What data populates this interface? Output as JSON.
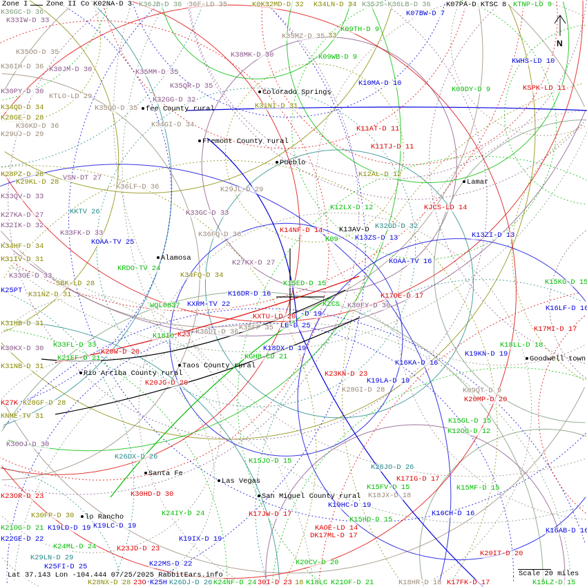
{
  "legend": {
    "zone1": "Zone I",
    "zone2": "Zone II Co",
    "overlap": "K02NA-D 3"
  },
  "status_line": "Lat 37.143 Lon -104.444 07/25/2025 RabbitEars.info",
  "scale_label": "Scale 20 miles",
  "north_label": "N",
  "colors": {
    "blue": "#0000dd",
    "red": "#dd0000",
    "green": "#00bb00",
    "olive": "#888800",
    "purple": "#885588",
    "gray": "#998877",
    "teal": "#228888",
    "sage": "#779977"
  },
  "labels": [
    {
      "text": "K36GC-D 36",
      "color": "sage"
    },
    {
      "text": "K36JB-D 36",
      "color": "sage"
    },
    {
      "text": "36F-LD 35",
      "color": "gray"
    },
    {
      "text": "K0K32MD-D 32",
      "color": "olive"
    },
    {
      "text": "K34LN-D 34",
      "color": "olive"
    },
    {
      "text": "K35JS-K36LB-D 36",
      "color": "sage"
    },
    {
      "text": "K07PA-D KTSC 8",
      "color": "black"
    },
    {
      "text": "KTNP-LD 9",
      "color": "green"
    },
    {
      "text": "K33IW-D 33",
      "color": "purple"
    },
    {
      "text": "K07BW-D 7",
      "color": "blue"
    },
    {
      "text": "K09TH-D 9",
      "color": "green"
    },
    {
      "text": "K35MZ-D 35",
      "color": "gray"
    },
    {
      "text": "33",
      "color": "olive"
    },
    {
      "text": "K35OO-D 35",
      "color": "gray"
    },
    {
      "text": "K38MK-D 30",
      "color": "purple"
    },
    {
      "text": "K09WB-D 9",
      "color": "green"
    },
    {
      "text": "K36IH-D 36",
      "color": "gray"
    },
    {
      "text": "K30JM-D 30",
      "color": "purple"
    },
    {
      "text": "K35MM-D 35",
      "color": "purple"
    },
    {
      "text": "KWHS-LD 10",
      "color": "blue"
    },
    {
      "text": "K10MA-D 10",
      "color": "blue"
    },
    {
      "text": "K30PY-D 30",
      "color": "purple"
    },
    {
      "text": "KTLO-LD 29",
      "color": "gray"
    },
    {
      "text": "K35QR-D 35",
      "color": "purple"
    },
    {
      "text": "K09DY-D 9",
      "color": "green"
    },
    {
      "text": "KSPK-LD 11",
      "color": "red"
    },
    {
      "text": "K32GG-D 32",
      "color": "purple"
    },
    {
      "text": "K34QD-D 34",
      "color": "olive"
    },
    {
      "text": "K35QO-D 35",
      "color": "gray"
    },
    {
      "text": "K31NI-D 31",
      "color": "olive"
    },
    {
      "text": "K28GE-D 28",
      "color": "olive"
    },
    {
      "text": "K34GI-D 34",
      "color": "gray"
    },
    {
      "text": "K11AT-D 11",
      "color": "red"
    },
    {
      "text": "K36KD-D 36",
      "color": "gray"
    },
    {
      "text": "K29UJ-D 29",
      "color": "gray"
    },
    {
      "text": "K11TJ-D 11",
      "color": "red"
    },
    {
      "text": "K28PZ-D 28",
      "color": "olive"
    },
    {
      "text": "K29KL-D 28",
      "color": "olive"
    },
    {
      "text": "VSN-DT 27",
      "color": "purple"
    },
    {
      "text": "K12AL-D 12",
      "color": "olive"
    },
    {
      "text": "K36LF-D 36",
      "color": "gray"
    },
    {
      "text": "K29JL-D 29",
      "color": "gray"
    },
    {
      "text": "K33QV-D 33",
      "color": "purple"
    },
    {
      "text": "K12LX-D 12",
      "color": "green"
    },
    {
      "text": "KJCS-LD 14",
      "color": "red"
    },
    {
      "text": "KKTV 26",
      "color": "teal"
    },
    {
      "text": "K27KA-D 27",
      "color": "purple"
    },
    {
      "text": "K33GC-D 33",
      "color": "purple"
    },
    {
      "text": "K13AV-D",
      "color": "black"
    },
    {
      "text": "K32GD-D 32",
      "color": "teal"
    },
    {
      "text": "K14NF-D 14",
      "color": "red"
    },
    {
      "text": "K09",
      "color": "green"
    },
    {
      "text": "K13ZS-D 13",
      "color": "blue"
    },
    {
      "text": "K13ZI-D 13",
      "color": "blue"
    },
    {
      "text": "K32IK-D 32",
      "color": "purple"
    },
    {
      "text": "K33FK-D 33",
      "color": "purple"
    },
    {
      "text": "K36FQ-D 36",
      "color": "gray"
    },
    {
      "text": "KOAA-TV 25",
      "color": "blue"
    },
    {
      "text": "K34HF-D 34",
      "color": "olive"
    },
    {
      "text": "K31IV-D 31",
      "color": "olive"
    },
    {
      "text": "K27KX-D 27",
      "color": "purple"
    },
    {
      "text": "KOAA-TV 16",
      "color": "blue"
    },
    {
      "text": "KRDO-TV 24",
      "color": "green"
    },
    {
      "text": "K33OE-D 33",
      "color": "purple"
    },
    {
      "text": "SBK-LD 28",
      "color": "olive"
    },
    {
      "text": "K34FQ-D 34",
      "color": "olive"
    },
    {
      "text": "K15ED-D 15",
      "color": "green"
    },
    {
      "text": "K15KG-D 15",
      "color": "green"
    },
    {
      "text": "K25PT",
      "color": "blue"
    },
    {
      "text": "K31NZ-D 31",
      "color": "olive"
    },
    {
      "text": "K16DR-D 16",
      "color": "blue"
    },
    {
      "text": "K17OE-D 17",
      "color": "red"
    },
    {
      "text": "WQL0837",
      "color": "green"
    },
    {
      "text": "KXRM-TV 22",
      "color": "blue"
    },
    {
      "text": "KZCS",
      "color": "green"
    },
    {
      "text": "K30FY-D 30",
      "color": "purple"
    },
    {
      "text": "K16LF-D 16",
      "color": "blue"
    },
    {
      "text": "K31HB-D 31",
      "color": "olive"
    },
    {
      "text": "KXTU-LD 20",
      "color": "red"
    },
    {
      "text": "-D 19",
      "color": "blue"
    },
    {
      "text": "LE-D 25",
      "color": "blue"
    },
    {
      "text": "K35FP 35",
      "color": "gray"
    },
    {
      "text": "K17MI-D 17",
      "color": "red"
    },
    {
      "text": "K18IO",
      "color": "green"
    },
    {
      "text": "K23",
      "color": "red"
    },
    {
      "text": "K36DI-D 36",
      "color": "gray"
    },
    {
      "text": "K33FL-D 33",
      "color": "green"
    },
    {
      "text": "K18LL-D 18",
      "color": "green"
    },
    {
      "text": "K30KX-D 30",
      "color": "purple"
    },
    {
      "text": "K20W-D 20",
      "color": "red"
    },
    {
      "text": "K18DX-D 19",
      "color": "blue"
    },
    {
      "text": "K19KN-D 19",
      "color": "blue"
    },
    {
      "text": "K21EF-D 21",
      "color": "green"
    },
    {
      "text": "KGHB-CD 21",
      "color": "green"
    },
    {
      "text": "K31NB-D 31",
      "color": "olive"
    },
    {
      "text": "K16KA-D 16",
      "color": "blue"
    },
    {
      "text": "K23KN-D 23",
      "color": "red"
    },
    {
      "text": "K20JG-D 20",
      "color": "red"
    },
    {
      "text": "K19LA-D 19",
      "color": "blue"
    },
    {
      "text": "K27K",
      "color": "red"
    },
    {
      "text": "K28GF-D 28",
      "color": "olive"
    },
    {
      "text": "K28GI-D 28",
      "color": "gray"
    },
    {
      "text": "K09QT-D 9",
      "color": "gray"
    },
    {
      "text": "K20MP-D 20",
      "color": "red"
    },
    {
      "text": "KNME-TV 31",
      "color": "olive"
    },
    {
      "text": "K15GL-D 15",
      "color": "green"
    },
    {
      "text": "K12OG-D 12",
      "color": "green"
    },
    {
      "text": "K30OJ-D 30",
      "color": "purple"
    },
    {
      "text": "K26DX-D 26",
      "color": "teal"
    },
    {
      "text": "K15JO-D 15",
      "color": "green"
    },
    {
      "text": "K26JO-D 26",
      "color": "teal"
    },
    {
      "text": "K17IG-D 17",
      "color": "red"
    },
    {
      "text": "K15FV-D 15",
      "color": "green"
    },
    {
      "text": "K15MF-D 15",
      "color": "green"
    },
    {
      "text": "K18JX-D 18",
      "color": "gray"
    },
    {
      "text": "K30HD-D 30",
      "color": "red"
    },
    {
      "text": "K23OR-D 23",
      "color": "red"
    },
    {
      "text": "K19HC-D 19",
      "color": "blue"
    },
    {
      "text": "K30FP-D 30",
      "color": "olive"
    },
    {
      "text": "K24IY-D 24",
      "color": "green"
    },
    {
      "text": "K17JW-D 17",
      "color": "red"
    },
    {
      "text": "K16CH-D 16",
      "color": "blue"
    },
    {
      "text": "K15HD-D 15",
      "color": "green"
    },
    {
      "text": "K19LD-D 19",
      "color": "blue"
    },
    {
      "text": "K19LC-D 19",
      "color": "blue"
    },
    {
      "text": "KAOE-LD 14",
      "color": "red"
    },
    {
      "text": "DK17ML-D 17",
      "color": "red"
    },
    {
      "text": "K21OG-D 21",
      "color": "green"
    },
    {
      "text": "K16AB-D 16",
      "color": "blue"
    },
    {
      "text": "K22GE-D 22",
      "color": "blue"
    },
    {
      "text": "K19IX-D 19",
      "color": "blue"
    },
    {
      "text": "K24ML-D 24",
      "color": "green"
    },
    {
      "text": "K23JD-D 23",
      "color": "red"
    },
    {
      "text": "K20IT-D 20",
      "color": "red"
    },
    {
      "text": "K29LN-D 29",
      "color": "teal"
    },
    {
      "text": "K22MS-D 22",
      "color": "blue"
    },
    {
      "text": "K20CV-D 20",
      "color": "green"
    },
    {
      "text": "K25FI-D 25",
      "color": "blue"
    },
    {
      "text": "K28NX-D 28",
      "color": "olive"
    },
    {
      "text": "23O",
      "color": "red"
    },
    {
      "text": "K25H",
      "color": "blue"
    },
    {
      "text": "K26DJ-D 26",
      "color": "teal"
    },
    {
      "text": "K24NF-D 24",
      "color": "green"
    },
    {
      "text": "30I-D 23",
      "color": "red"
    },
    {
      "text": "18",
      "color": "olive"
    },
    {
      "text": "K18LC",
      "color": "green"
    },
    {
      "text": "K21OF-D 21",
      "color": "green"
    },
    {
      "text": "K18HR-D 18",
      "color": "gray"
    },
    {
      "text": "K17FK-D 17",
      "color": "red"
    },
    {
      "text": "K15LZ-D 15",
      "color": "green"
    }
  ],
  "cities": [
    {
      "name": "Colorado Springs"
    },
    {
      "name": "fee County rural"
    },
    {
      "name": "Fremont County rural"
    },
    {
      "name": "Pueblo"
    },
    {
      "name": "Lamar"
    },
    {
      "name": "Alamosa"
    },
    {
      "name": "Goodwell town"
    },
    {
      "name": "Taos County rural"
    },
    {
      "name": "Rio Arriba County rural"
    },
    {
      "name": "Santa Fe"
    },
    {
      "name": "Las Vegas"
    },
    {
      "name": "San Miguel County rural"
    },
    {
      "name": "lo Rancho"
    }
  ]
}
